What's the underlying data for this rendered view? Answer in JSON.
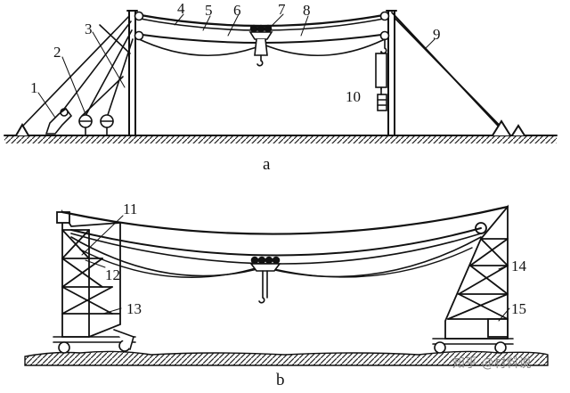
{
  "diagram_a": {
    "caption": "a",
    "labels": {
      "n1": "1",
      "n2": "2",
      "n3": "3",
      "n4": "4",
      "n5": "5",
      "n6": "6",
      "n7": "7",
      "n8": "8",
      "n9": "9",
      "n10": "10"
    }
  },
  "diagram_b": {
    "caption": "b",
    "labels": {
      "n11": "11",
      "n12": "12",
      "n13": "13",
      "n14": "14",
      "n15": "15"
    }
  },
  "watermark": "知乎 @材料说"
}
